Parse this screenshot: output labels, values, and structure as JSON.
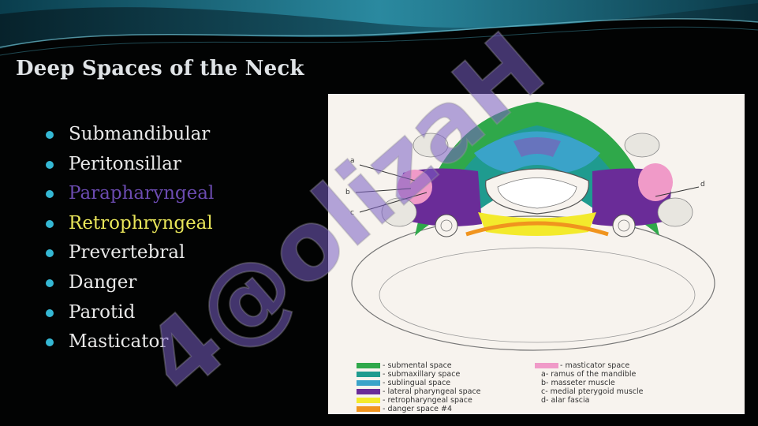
{
  "slide": {
    "title": "Deep Spaces of the Neck",
    "bullets": [
      {
        "label": "Submandibular",
        "color": "#e8e8e8"
      },
      {
        "label": "Peritonsillar",
        "color": "#e8e8e8"
      },
      {
        "label": "Parapharyngeal",
        "color": "#6b4bb0"
      },
      {
        "label": "Retrophryngeal",
        "color": "#e9e65a"
      },
      {
        "label": "Prevertebral",
        "color": "#e8e8e8"
      },
      {
        "label": "Danger",
        "color": "#e8e8e8"
      },
      {
        "label": "Parotid",
        "color": "#e8e8e8"
      },
      {
        "label": "Masticator",
        "color": "#e8e8e8"
      }
    ],
    "bullet_color": "#35b8d4",
    "watermark_text": "4@olizaH"
  },
  "figure": {
    "labels": {
      "a": "a",
      "b": "b",
      "c": "c",
      "d": "d"
    },
    "legend_left": [
      {
        "text": "- submental space",
        "color": "#2fa84a"
      },
      {
        "text": "- submaxillary space",
        "color": "#1f9b8f"
      },
      {
        "text": "- sublingual space",
        "color": "#3aa3c9"
      },
      {
        "text": "- lateral pharyngeal space",
        "color": "#6a2c98"
      },
      {
        "text": "- retropharyngeal space",
        "color": "#f3ea2c"
      },
      {
        "text": "- danger space #4",
        "color": "#f0941e"
      }
    ],
    "legend_right": [
      {
        "text": "- masticator space",
        "color": "#f09ac8"
      },
      {
        "text": "a- ramus of the mandible"
      },
      {
        "text": "b- masseter muscle"
      },
      {
        "text": "c- medial pterygoid muscle"
      },
      {
        "text": "d- alar fascia"
      }
    ]
  }
}
